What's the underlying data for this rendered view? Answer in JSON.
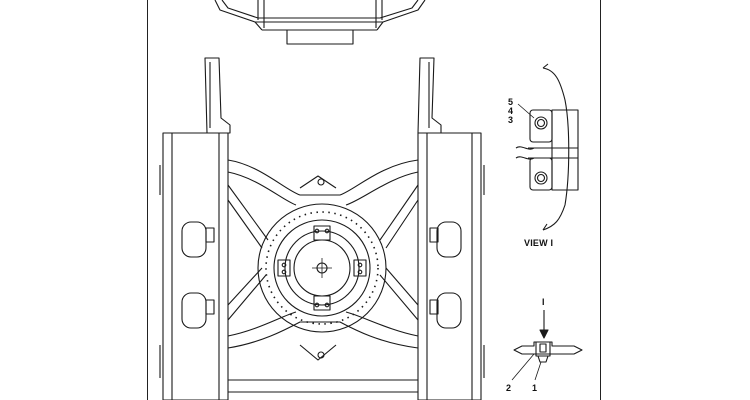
{
  "callouts": {
    "n1": "1",
    "n2": "2",
    "n3": "3",
    "n4": "4",
    "n5": "5",
    "view_marker": "I"
  },
  "view_title": "VIEW I",
  "colors": {
    "line": "#1a1a1a",
    "paper": "#ffffff"
  }
}
